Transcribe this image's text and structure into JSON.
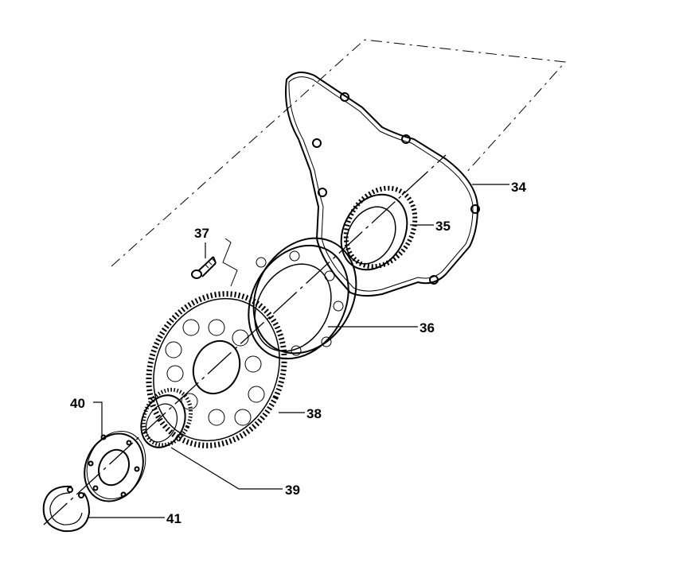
{
  "diagram": {
    "type": "exploded parts diagram",
    "callouts": [
      {
        "id": "34",
        "label": "34",
        "part": "gasket"
      },
      {
        "id": "35",
        "label": "35",
        "part": "bearing"
      },
      {
        "id": "36",
        "label": "36",
        "part": "flange"
      },
      {
        "id": "37",
        "label": "37",
        "part": "screw"
      },
      {
        "id": "38",
        "label": "38",
        "part": "gear"
      },
      {
        "id": "39",
        "label": "39",
        "part": "needle-bearing"
      },
      {
        "id": "40",
        "label": "40",
        "part": "washer"
      },
      {
        "id": "41",
        "label": "41",
        "part": "circlip"
      }
    ]
  }
}
